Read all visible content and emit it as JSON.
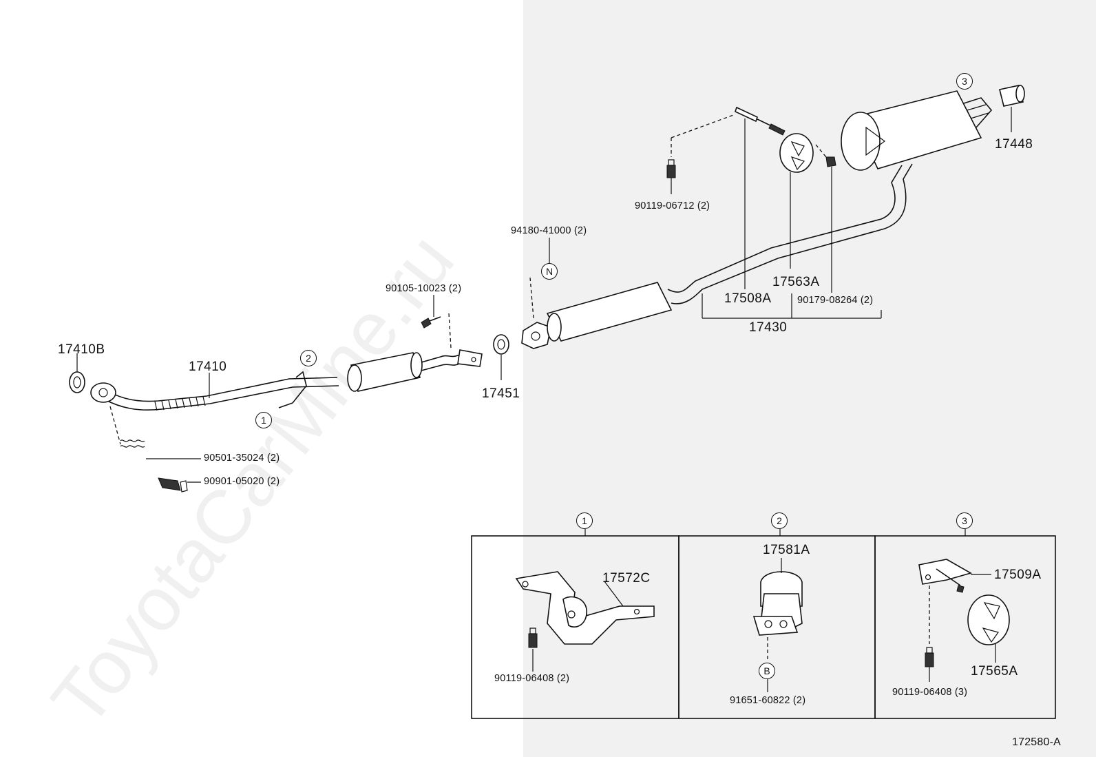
{
  "watermark": "ToyotaCarMine.ru",
  "diagram_code": "172580-A",
  "parts": {
    "p17410B": "17410B",
    "p17410": "17410",
    "p17451": "17451",
    "p17448": "17448",
    "p17430": "17430",
    "p17508A": "17508A",
    "p17563A": "17563A",
    "p90179": "90179-08264 (2)",
    "p90119_06712": "90119-06712 (2)",
    "p94180": "94180-41000 (2)",
    "p90105": "90105-10023 (2)",
    "p90501": "90501-35024 (2)",
    "p90901": "90901-05020 (2)"
  },
  "callouts": {
    "c1": "1",
    "c2": "2",
    "c3": "3",
    "n": "N",
    "b": "B"
  },
  "details": {
    "box1": {
      "number": "1",
      "part": "17572C",
      "bolt": "90119-06408 (2)"
    },
    "box2": {
      "number": "2",
      "part": "17581A",
      "nut": "91651-60822 (2)",
      "ref": "B"
    },
    "box3": {
      "number": "3",
      "part_a": "17509A",
      "part_b": "17565A",
      "bolt": "90119-06408 (3)"
    }
  }
}
